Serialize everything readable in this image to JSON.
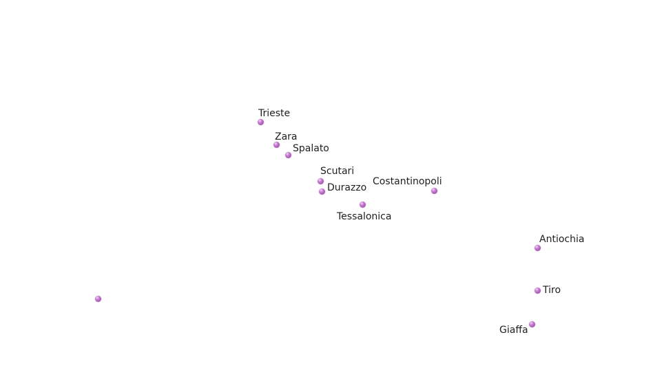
{
  "map": {
    "marker_color": "#b565c4",
    "background_color": "#ffffff",
    "cities": [
      {
        "id": "trieste",
        "name": "Trieste"
      },
      {
        "id": "zara",
        "name": "Zara"
      },
      {
        "id": "spalato",
        "name": "Spalato"
      },
      {
        "id": "scutari",
        "name": "Scutari"
      },
      {
        "id": "durazzo",
        "name": "Durazzo"
      },
      {
        "id": "costantinopoli",
        "name": "Costantinopoli"
      },
      {
        "id": "tessalonica",
        "name": "Tessalonica"
      },
      {
        "id": "antiochia",
        "name": "Antiochia"
      },
      {
        "id": "tiro",
        "name": "Tiro"
      },
      {
        "id": "giaffa",
        "name": "Giaffa"
      },
      {
        "id": "unlabeled",
        "name": ""
      }
    ]
  }
}
